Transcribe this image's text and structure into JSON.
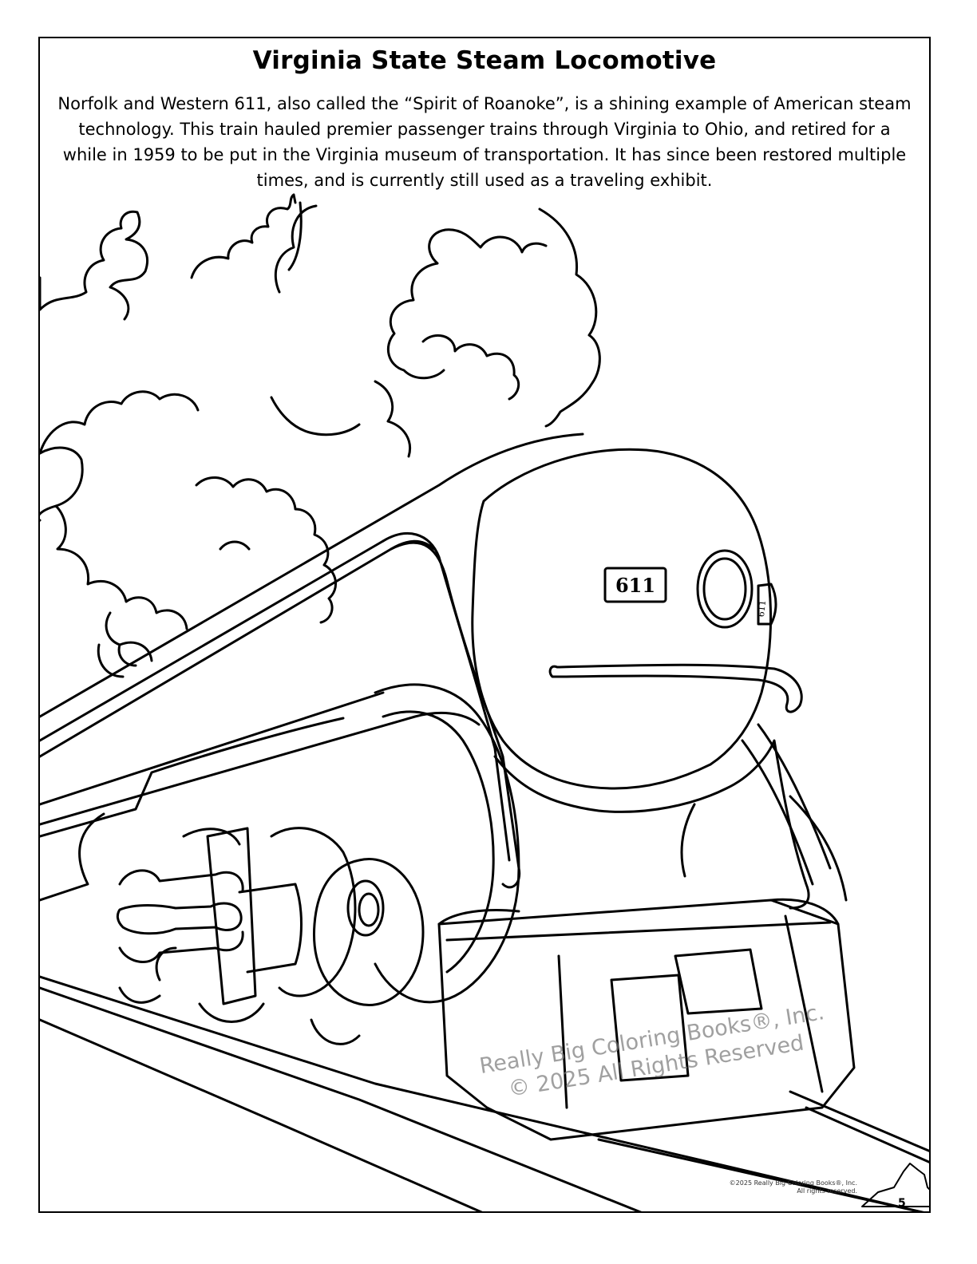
{
  "page": {
    "title": "Virginia State Steam Locomotive",
    "description": "Norfolk and Western 611, also called the “Spirit of Roanoke”, is a shining example of American steam technology. This train hauled premier passenger trains through Virginia to Ohio, and retired for a while in 1959 to be put in the Virginia museum of transportation. It has since been restored multiple times, and is currently still used as a traveling exhibit."
  },
  "illustration": {
    "number_plate": "611",
    "side_plate": "611"
  },
  "watermark": {
    "line1": "Really Big Coloring Books®, Inc.",
    "line2": "© 2025 All Rights Reserved"
  },
  "footer": {
    "copyright_line1": "©2025 Really Big Coloring Books®, Inc.",
    "copyright_line2": "All rights reserved.",
    "page_number": "5",
    "state_icon": "virginia-outline-icon"
  },
  "colors": {
    "line": "#000000",
    "background": "#ffffff",
    "watermark": "#8a8a8a"
  }
}
